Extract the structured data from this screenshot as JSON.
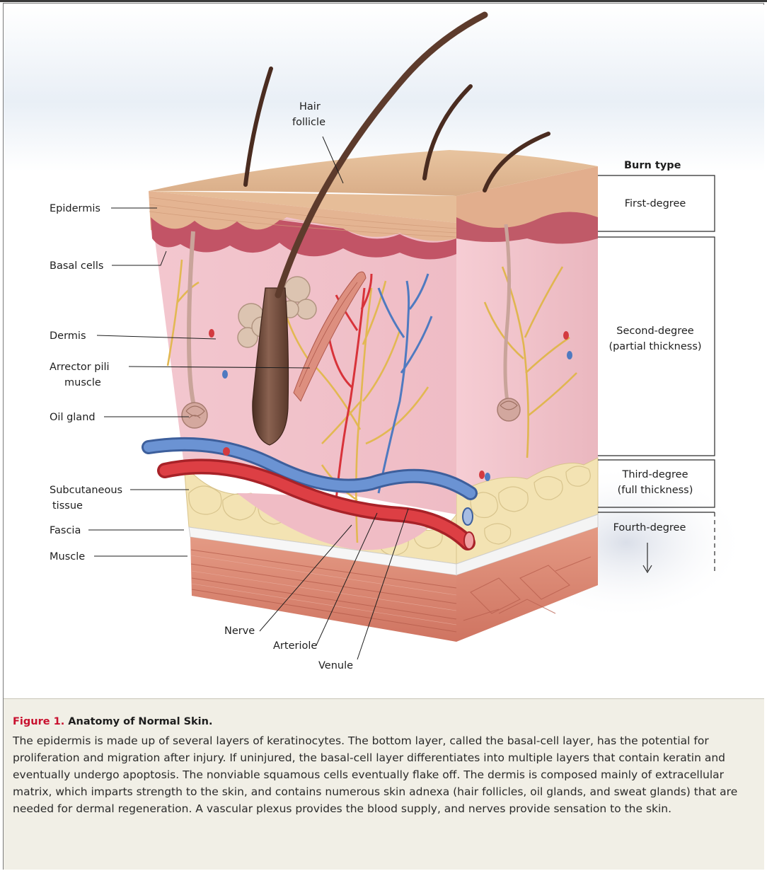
{
  "figure": {
    "number": "Figure 1.",
    "title": "Anatomy of Normal Skin.",
    "caption": "The epidermis is made up of several layers of keratinocytes. The bottom layer, called the basal-cell layer, has the potential for proliferation and migration after injury. If uninjured, the basal-cell layer differentiates into multiple layers that contain keratin and eventually undergo apoptosis. The nonviable squamous cells eventually flake off. The dermis is composed mainly of extracellular matrix, which imparts strength to the skin, and contains numerous skin adnexa (hair follicles, oil glands, and sweat glands) that are needed for dermal regeneration. A vascular plexus provides the blood supply, and nerves provide sensation to the skin."
  },
  "labels": {
    "hair_follicle_1": "Hair",
    "hair_follicle_2": "follicle",
    "epidermis": "Epidermis",
    "basal_cells": "Basal cells",
    "dermis": "Dermis",
    "arrector_1": "Arrector pili",
    "arrector_2": "muscle",
    "oil_gland": "Oil gland",
    "subcutaneous_1": "Subcutaneous",
    "subcutaneous_2": "tissue",
    "fascia": "Fascia",
    "muscle": "Muscle",
    "nerve": "Nerve",
    "arteriole": "Arteriole",
    "venule": "Venule"
  },
  "burn_types": {
    "heading": "Burn type",
    "first": "First-degree",
    "second_1": "Second-degree",
    "second_2": "(partial thickness)",
    "third_1": "Third-degree",
    "third_2": "(full thickness)",
    "fourth": "Fourth-degree"
  },
  "colors": {
    "caption_accent": "#c8102e",
    "caption_background": "#f1efe6",
    "epidermis": "#dba585",
    "dermis": "#f1c3cb",
    "fat": "#f3e3b3",
    "muscle": "#d7826e",
    "artery": "#d8333a",
    "vein": "#4f7ac0",
    "nerve": "#e1b852",
    "hair": "#5d3b2c"
  }
}
